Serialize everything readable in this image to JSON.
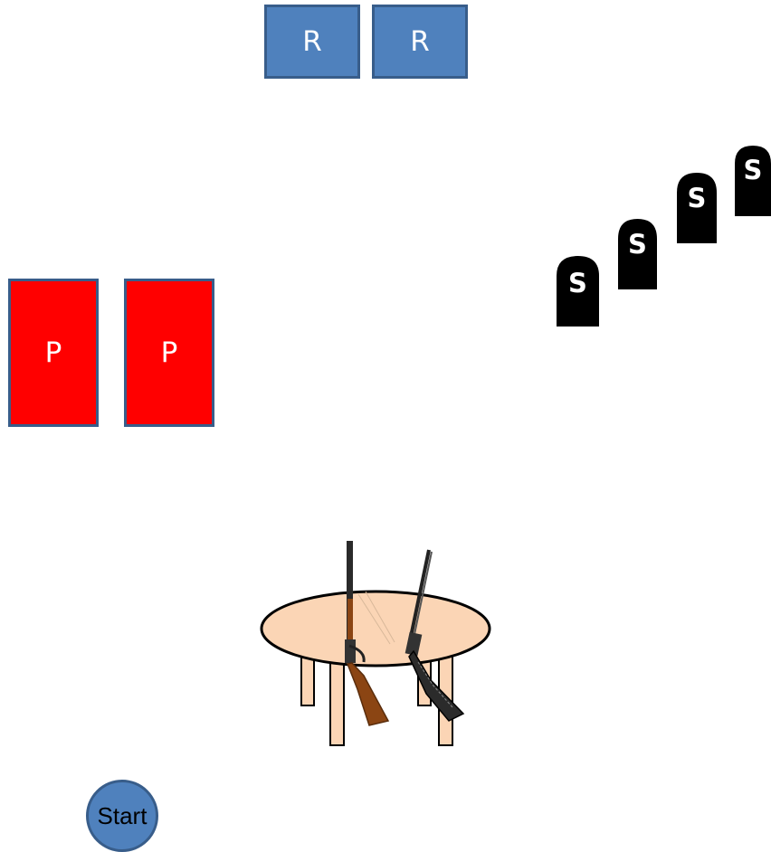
{
  "boxes_r": [
    {
      "label": "R"
    },
    {
      "label": "R"
    }
  ],
  "boxes_p": [
    {
      "label": "P"
    },
    {
      "label": "P"
    }
  ],
  "stones": [
    {
      "label": "S"
    },
    {
      "label": "S"
    },
    {
      "label": "S"
    },
    {
      "label": "S"
    }
  ],
  "start": {
    "label": "Start"
  },
  "colors": {
    "r_fill": "#4f81bd",
    "p_fill": "#ff0000",
    "border": "#385d8a",
    "table_top": "#fbd5b5",
    "rifle_stock": "#8b4513"
  },
  "icons": {
    "table": "round-table-icon",
    "rifle_1": "lever-rifle-icon",
    "rifle_2": "shotgun-icon",
    "stone": "tombstone-icon"
  }
}
